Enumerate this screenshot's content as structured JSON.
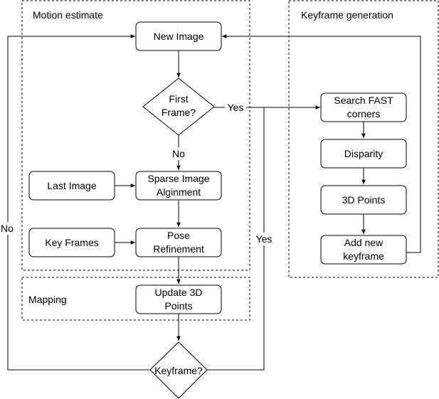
{
  "groups": {
    "motion": {
      "label": "Motion estimate"
    },
    "keyframe_gen": {
      "label": "Keyframe generation"
    },
    "mapping": {
      "label": "Mapping"
    }
  },
  "nodes": {
    "new_image": {
      "line1": "New Image"
    },
    "first_frame": {
      "line1": "First",
      "line2": "Frame?"
    },
    "last_image": {
      "line1": "Last Image"
    },
    "sparse_align": {
      "line1": "Sparse Image",
      "line2": "Alginment"
    },
    "key_frames": {
      "line1": "Key Frames"
    },
    "pose_refine": {
      "line1": "Pose",
      "line2": "Refinement"
    },
    "update_points": {
      "line1": "Update 3D",
      "line2": "Points"
    },
    "keyframe_decision": {
      "line1": "Keyframe?"
    },
    "search_fast": {
      "line1": "Search FAST",
      "line2": "corners"
    },
    "disparity": {
      "line1": "Disparity"
    },
    "points_3d": {
      "line1": "3D Points"
    },
    "add_keyframe": {
      "line1": "Add new",
      "line2": "keyframe"
    }
  },
  "edge_labels": {
    "first_yes": "Yes",
    "first_no": "No",
    "keyframe_no": "No",
    "keyframe_yes": "Yes"
  }
}
